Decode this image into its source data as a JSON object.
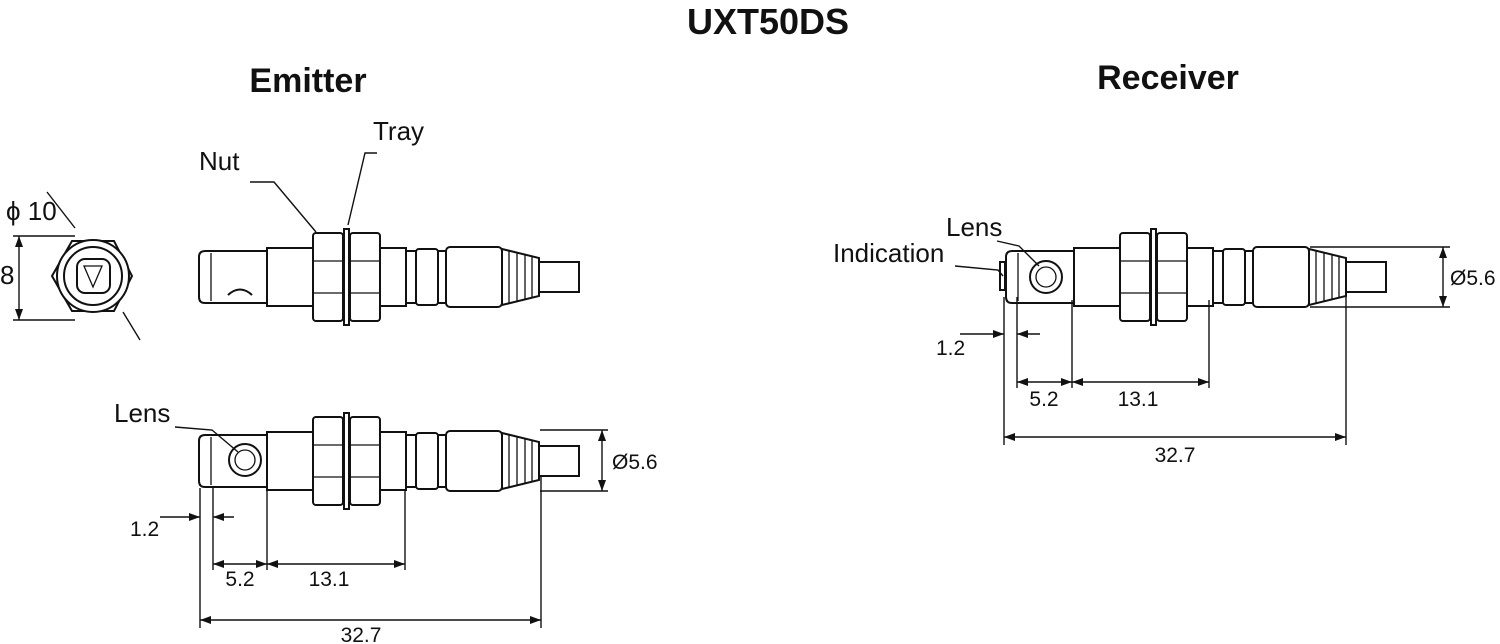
{
  "title": "UXT50DS",
  "emitter": {
    "heading": "Emitter",
    "callouts": {
      "nut": "Nut",
      "tray": "Tray",
      "lens": "Lens"
    },
    "front_view": {
      "diameter_label": "ϕ 10",
      "height_label": "8"
    },
    "dimensions": {
      "d1": "1.2",
      "d2": "5.2",
      "d3": "13.1",
      "total": "32.7",
      "diameter": "Ø5.6"
    }
  },
  "receiver": {
    "heading": "Receiver",
    "callouts": {
      "lens": "Lens",
      "indication": "Indication"
    },
    "dimensions": {
      "d1": "1.2",
      "d2": "5.2",
      "d3": "13.1",
      "total": "32.7",
      "diameter": "Ø5.6"
    }
  }
}
